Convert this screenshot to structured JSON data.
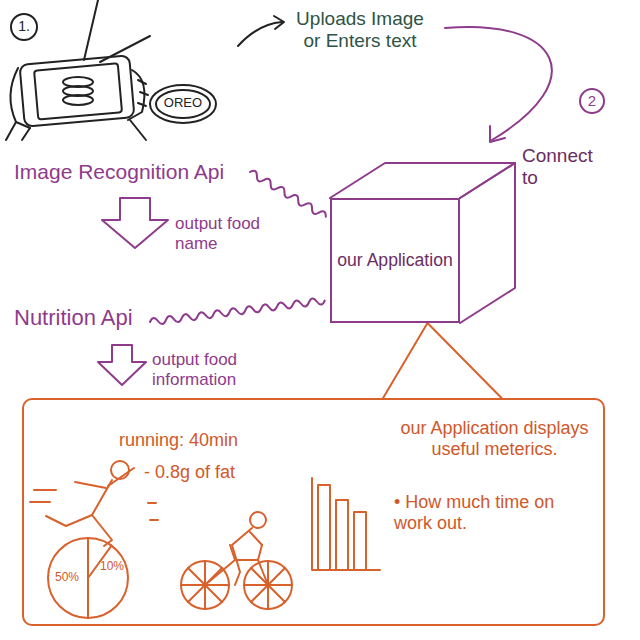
{
  "diagram": {
    "nodes": [
      {
        "text": [
          "our Application"
        ]
      },
      {
        "text": [
          "running: 40min",
          "- 0.8g of fat",
          "our Application displays useful meterics.",
          "• How much time on work out."
        ]
      }
    ],
    "edges": [
      {
        "from": 0,
        "to": 1,
        "arrow": "none"
      }
    ],
    "labels": [
      "1.",
      "Uploads Image or Enters text",
      "OREO",
      "2",
      "Connect to",
      "Image Recognition Api",
      "output food name",
      "Nutrition Api",
      "output food information",
      "50%",
      "10%"
    ]
  }
}
